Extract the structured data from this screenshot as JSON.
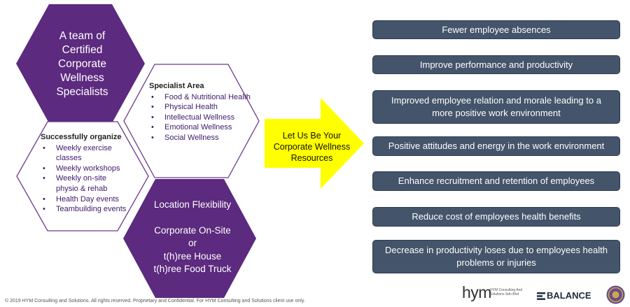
{
  "hexagons": {
    "team": "A team of Certified Corporate Wellness Specialists",
    "successfully_organize": {
      "title": "Successfully organize",
      "items": [
        "Weekly exercise classes",
        "Weekly workshops",
        "Weekly on-site physio & rehab",
        "Health Day events",
        "Teambuilding events"
      ]
    },
    "specialist_area": {
      "title": "Specialist Area",
      "items": [
        "Food & Nutritional Health",
        "Physical Health",
        "Intellectual Wellness",
        "Emotional Wellness",
        "Social Wellness"
      ]
    },
    "location": {
      "line1": "Location Flexibility",
      "line2": "Corporate On-Site",
      "line3": "or",
      "line4": "t(h)ree House",
      "line5": "t(h)ree Food Truck"
    }
  },
  "arrow": {
    "text": "Let Us Be Your Corporate Wellness Resources"
  },
  "benefits": [
    "Fewer employee absences",
    "Improve performance and productivity",
    "Improved employee relation and morale leading to a more positive work environment",
    "Positive attitudes and energy in the work environment",
    "Enhance recruitment and retention of employees",
    "Reduce cost of employees health benefits",
    "Decrease in productivity loses due to employees health problems or injuries"
  ],
  "footer": "© 2019 HYM Consulting and Solutions. All rights reserved. Proprietary and Confidential. For HYM Consulting and Solutions client use only.",
  "logos": {
    "hym_mark": "hym",
    "hym_sub": "HYM Consulting And Solutions Sdn Bhd",
    "balance": "BALANCE"
  },
  "colors": {
    "purple": "#5c2a7e",
    "hex_outline": "#6b3a8c",
    "benefit_box": "#44546a",
    "arrow_yellow": "#ffff00"
  }
}
